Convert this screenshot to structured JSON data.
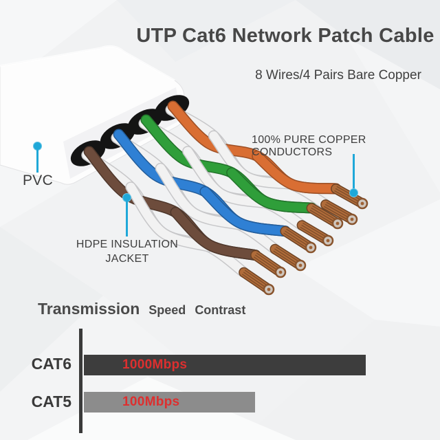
{
  "page": {
    "background": "#f1f2f3"
  },
  "accent_color": "#1fa8d8",
  "header": {
    "title": "UTP Cat6 Network Patch Cable",
    "subtitle": "8 Wires/4 Pairs Bare Copper"
  },
  "callouts": {
    "copper": {
      "label": "100% PURE COPPER CONDUCTORS"
    },
    "pvc": {
      "label": "PVC"
    },
    "hdpe": {
      "label_line1": "HDPE INSULATION",
      "label_line2": "JACKET"
    }
  },
  "cable": {
    "jacket_color": "#fdfdfd",
    "white_wire_color": "#f2f2f2",
    "copper_color": "#b06c3a",
    "pairs": [
      {
        "name": "brown-pair",
        "color": "#6d4c3c"
      },
      {
        "name": "blue-pair",
        "color": "#2f80d4"
      },
      {
        "name": "green-pair",
        "color": "#2f9e3a"
      },
      {
        "name": "orange-pair",
        "color": "#d96e33"
      }
    ]
  },
  "chart_data": {
    "type": "bar",
    "orientation": "horizontal",
    "title": "Transmission Speed Contrast",
    "title_parts": [
      "Transmission",
      "Speed",
      "Contrast"
    ],
    "categories": [
      "CAT6",
      "CAT5"
    ],
    "values": [
      1000,
      100
    ],
    "unit": "Mbps",
    "value_labels": [
      "1000Mbps",
      "100Mbps"
    ],
    "bar_colors": [
      "#3d3d3d",
      "#8c8c8c"
    ],
    "value_label_color": "#dd2f2f",
    "axis_color": "#3a3a3a",
    "legend": "none",
    "grid": false,
    "xlim": [
      0,
      1100
    ]
  }
}
